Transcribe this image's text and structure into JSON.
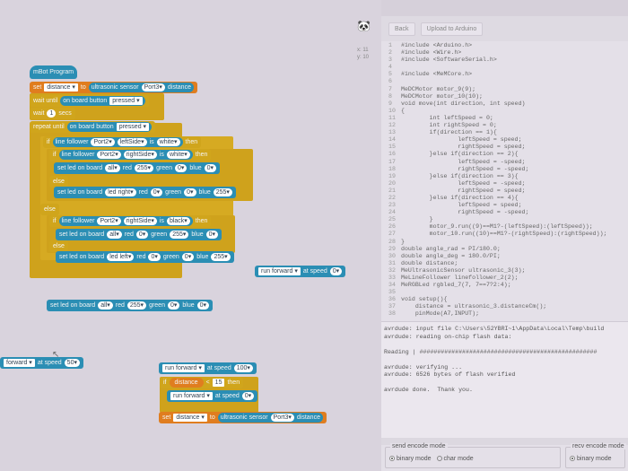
{
  "sprite": {
    "coords": [
      "x: 11",
      "y: 10"
    ]
  },
  "toolbar": {
    "back": "Back",
    "upload": "Upload to Arduino"
  },
  "blocks": [
    {
      "c": "hat",
      "p": [
        {
          "t": "mBot Program"
        }
      ]
    },
    {
      "c": "orange",
      "p": [
        {
          "t": "set"
        },
        {
          "d": "distance ▾"
        },
        {
          "t": "to"
        },
        {
          "b": [
            {
              "t": "ultrasonic sensor"
            },
            {
              "n": "Port3▾"
            },
            {
              "t": "distance"
            }
          ]
        }
      ]
    },
    {
      "c": "yellow",
      "p": [
        {
          "t": "wait until"
        },
        {
          "b": [
            {
              "t": "on board button"
            },
            {
              "d": "pressed ▾"
            }
          ]
        }
      ]
    },
    {
      "c": "yellow",
      "p": [
        {
          "t": "wait"
        },
        {
          "n": "1"
        },
        {
          "t": "secs"
        }
      ]
    },
    {
      "c": "yellow",
      "p": [
        {
          "t": "repeat until"
        },
        {
          "b": [
            {
              "t": "on board button"
            },
            {
              "d": "pressed ▾"
            }
          ]
        }
      ]
    },
    {
      "c": "yellow",
      "p": [
        {
          "t": "if"
        },
        {
          "b": [
            {
              "t": "line follower"
            },
            {
              "n": "Port2▾"
            },
            {
              "n": "leftSide▾"
            },
            {
              "t": "is"
            },
            {
              "n": "white▾"
            }
          ]
        },
        {
          "t": "then"
        }
      ]
    },
    {
      "c": "yellow",
      "p": [
        {
          "t": "if"
        },
        {
          "b": [
            {
              "t": "line follower"
            },
            {
              "n": "Port2▾"
            },
            {
              "n": "rightSide▾"
            },
            {
              "t": "is"
            },
            {
              "n": "white▾"
            }
          ]
        },
        {
          "t": "then"
        }
      ]
    },
    {
      "c": "blue",
      "p": [
        {
          "t": "set led on board"
        },
        {
          "n": "all▾"
        },
        {
          "t": "red"
        },
        {
          "n": "255▾"
        },
        {
          "t": "green"
        },
        {
          "n": "0▾"
        },
        {
          "t": "blue"
        },
        {
          "n": "0▾"
        }
      ]
    },
    {
      "c": "yellow",
      "p": [
        {
          "t": "else"
        }
      ]
    },
    {
      "c": "blue",
      "p": [
        {
          "t": "set led on board"
        },
        {
          "n": "led right▾"
        },
        {
          "t": "red"
        },
        {
          "n": "0▾"
        },
        {
          "t": "green"
        },
        {
          "n": "0▾"
        },
        {
          "t": "blue"
        },
        {
          "n": "255▾"
        }
      ]
    },
    {
      "c": "yellow",
      "p": [
        {
          "t": "else"
        }
      ]
    },
    {
      "c": "yellow",
      "p": [
        {
          "t": "if"
        },
        {
          "b": [
            {
              "t": "line follower"
            },
            {
              "n": "Port2▾"
            },
            {
              "n": "rightSide▾"
            },
            {
              "t": "is"
            },
            {
              "n": "black▾"
            }
          ]
        },
        {
          "t": "then"
        }
      ]
    },
    {
      "c": "blue",
      "p": [
        {
          "t": "set led on board"
        },
        {
          "n": "all▾"
        },
        {
          "t": "red"
        },
        {
          "n": "0▾"
        },
        {
          "t": "green"
        },
        {
          "n": "255▾"
        },
        {
          "t": "blue"
        },
        {
          "n": "0▾"
        }
      ]
    },
    {
      "c": "yellow",
      "p": [
        {
          "t": "else"
        }
      ]
    },
    {
      "c": "blue",
      "p": [
        {
          "t": "set led on board"
        },
        {
          "n": "led left▾"
        },
        {
          "t": "red"
        },
        {
          "n": "0▾"
        },
        {
          "t": "green"
        },
        {
          "n": "0▾"
        },
        {
          "t": "blue"
        },
        {
          "n": "255▾"
        }
      ]
    },
    {
      "c": "blue",
      "p": [
        {
          "d": "run forward ▾"
        },
        {
          "t": "at speed"
        },
        {
          "n": "0▾"
        }
      ]
    },
    {
      "c": "blue",
      "p": [
        {
          "t": "set led on board"
        },
        {
          "n": "all▾"
        },
        {
          "t": "red"
        },
        {
          "n": "255▾"
        },
        {
          "t": "green"
        },
        {
          "n": "0▾"
        },
        {
          "t": "blue"
        },
        {
          "n": "0▾"
        }
      ]
    },
    {
      "c": "blue",
      "p": [
        {
          "d": "forward ▾"
        },
        {
          "t": "at speed"
        },
        {
          "n": "50▾"
        }
      ]
    },
    {
      "c": "blue",
      "p": [
        {
          "d": "run forward ▾"
        },
        {
          "t": "at speed"
        },
        {
          "n": "100▾"
        }
      ]
    },
    {
      "c": "yellow",
      "p": [
        {
          "t": "if"
        },
        {
          "v": "distance"
        },
        {
          "t": "<"
        },
        {
          "d": "15"
        },
        {
          "t": "then"
        }
      ]
    },
    {
      "c": "blue",
      "p": [
        {
          "d": "run forward ▾"
        },
        {
          "t": "at speed"
        },
        {
          "n": "0▾"
        }
      ]
    },
    {
      "c": "orange",
      "p": [
        {
          "t": "set"
        },
        {
          "d": "distance ▾"
        },
        {
          "t": "to"
        },
        {
          "b": [
            {
              "t": "ultrasonic sensor"
            },
            {
              "n": "Port3▾"
            },
            {
              "t": "distance"
            }
          ]
        }
      ]
    }
  ],
  "code": [
    "#include <Arduino.h>",
    "#include <Wire.h>",
    "#include <SoftwareSerial.h>",
    "",
    "#include <MeMCore.h>",
    "",
    "MeDCMotor motor_9(9);",
    "MeDCMotor motor_10(10);",
    "void move(int direction, int speed)",
    "{",
    "        int leftSpeed = 0;",
    "        int rightSpeed = 0;",
    "        if(direction == 1){",
    "                leftSpeed = speed;",
    "                rightSpeed = speed;",
    "        }else if(direction == 2){",
    "                leftSpeed = -speed;",
    "                rightSpeed = -speed;",
    "        }else if(direction == 3){",
    "                leftSpeed = -speed;",
    "                rightSpeed = speed;",
    "        }else if(direction == 4){",
    "                leftSpeed = speed;",
    "                rightSpeed = -speed;",
    "        }",
    "        motor_9.run((9)==M1?-(leftSpeed):(leftSpeed));",
    "        motor_10.run((10)==M1?-(rightSpeed):(rightSpeed));",
    "}",
    "double angle_rad = PI/180.0;",
    "double angle_deg = 180.0/PI;",
    "double distance;",
    "MeUltrasonicSensor ultrasonic_3(3);",
    "MeLineFollower linefollower_2(2);",
    "MeRGBLed rgbled_7(7, 7==7?2:4);",
    "",
    "void setup(){",
    "    distance = ultrasonic_3.distanceCm();",
    "    pinMode(A7,INPUT);"
  ],
  "console": [
    "avrdude: input file C:\\Users\\52YBRI~1\\AppData\\Local\\Temp\\build",
    "avrdude: reading on-chip flash data:",
    "",
    "Reading | ################################################## ",
    "",
    "avrdude: verifying ...",
    "avrdude: 6526 bytes of flash verified",
    "",
    "avrdude done.  Thank you."
  ],
  "send_mode": {
    "legend": "send encode mode",
    "options": [
      "binary mode",
      "char mode"
    ],
    "selected": "binary mode"
  },
  "recv_mode": {
    "legend": "recv encode mode",
    "options": [
      "binary mode"
    ],
    "selected": "binary mode"
  }
}
